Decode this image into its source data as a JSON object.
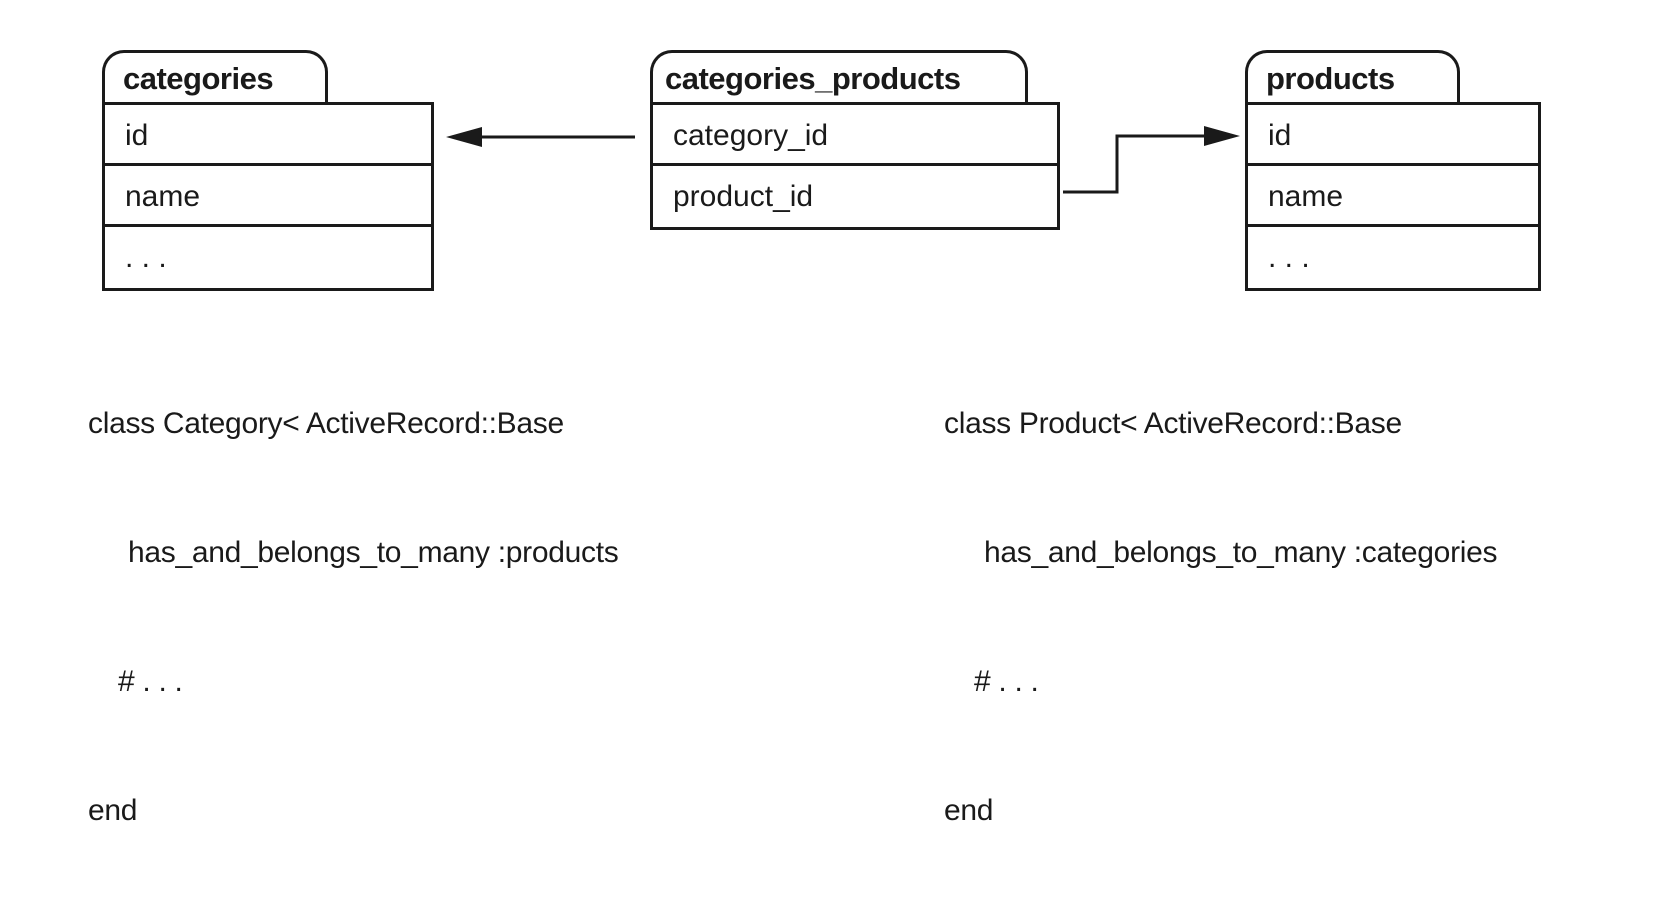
{
  "tables": {
    "categories": {
      "name": "categories",
      "rows": [
        "id",
        "name",
        ". . ."
      ]
    },
    "join": {
      "name": "categories_products",
      "rows": [
        "category_id",
        "product_id"
      ]
    },
    "products": {
      "name": "products",
      "rows": [
        "id",
        "name",
        ". . ."
      ]
    }
  },
  "code": {
    "category": {
      "line1": "class Category< ActiveRecord::Base",
      "line2": "has_and_belongs_to_many :products",
      "line3": "# . . .",
      "line4": "end"
    },
    "product": {
      "line1": "class Product< ActiveRecord::Base",
      "line2": "has_and_belongs_to_many :categories",
      "line3": "# . . .",
      "line4": "end"
    }
  }
}
